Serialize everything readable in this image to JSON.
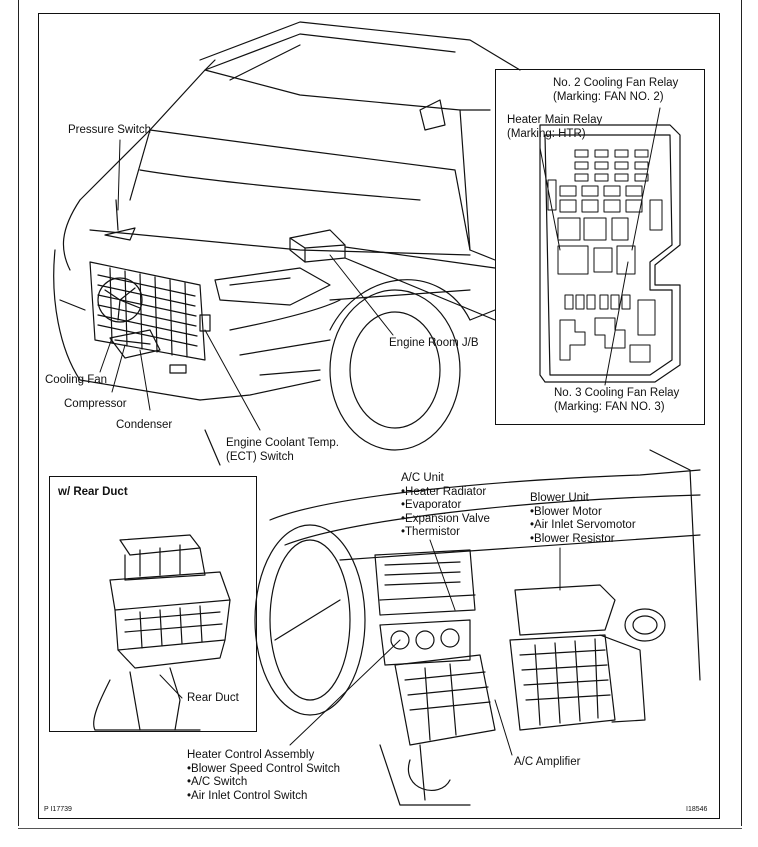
{
  "labels": {
    "pressure_switch": "Pressure Switch",
    "cooling_fan": "Cooling Fan",
    "compressor": "Compressor",
    "condenser": "Condenser",
    "ect_switch": [
      "Engine Coolant Temp.",
      "(ECT) Switch"
    ],
    "engine_room_jb": "Engine Room J/B",
    "no2_relay": [
      "No. 2 Cooling Fan Relay",
      "(Marking: FAN NO. 2)"
    ],
    "heater_main_relay": [
      "Heater Main Relay",
      "(Marking: HTR)"
    ],
    "no3_relay": [
      "No. 3 Cooling Fan Relay",
      "(Marking: FAN NO. 3)"
    ],
    "rear_duct_title": "w/ Rear Duct",
    "rear_duct": "Rear Duct",
    "ac_unit": [
      "A/C Unit",
      "•Heater Radiator",
      "•Evaporator",
      "•Expansion Valve",
      "•Thermistor"
    ],
    "blower_unit": [
      "Blower Unit",
      "•Blower Motor",
      "•Air Inlet Servomotor",
      "•Blower Resistor"
    ],
    "heater_control": [
      "Heater Control Assembly",
      "•Blower Speed Control Switch",
      "•A/C Switch",
      "•Air Inlet Control Switch"
    ],
    "ac_amplifier": "A/C Amplifier",
    "code_left": "P  I17739",
    "code_right": "I18546"
  }
}
